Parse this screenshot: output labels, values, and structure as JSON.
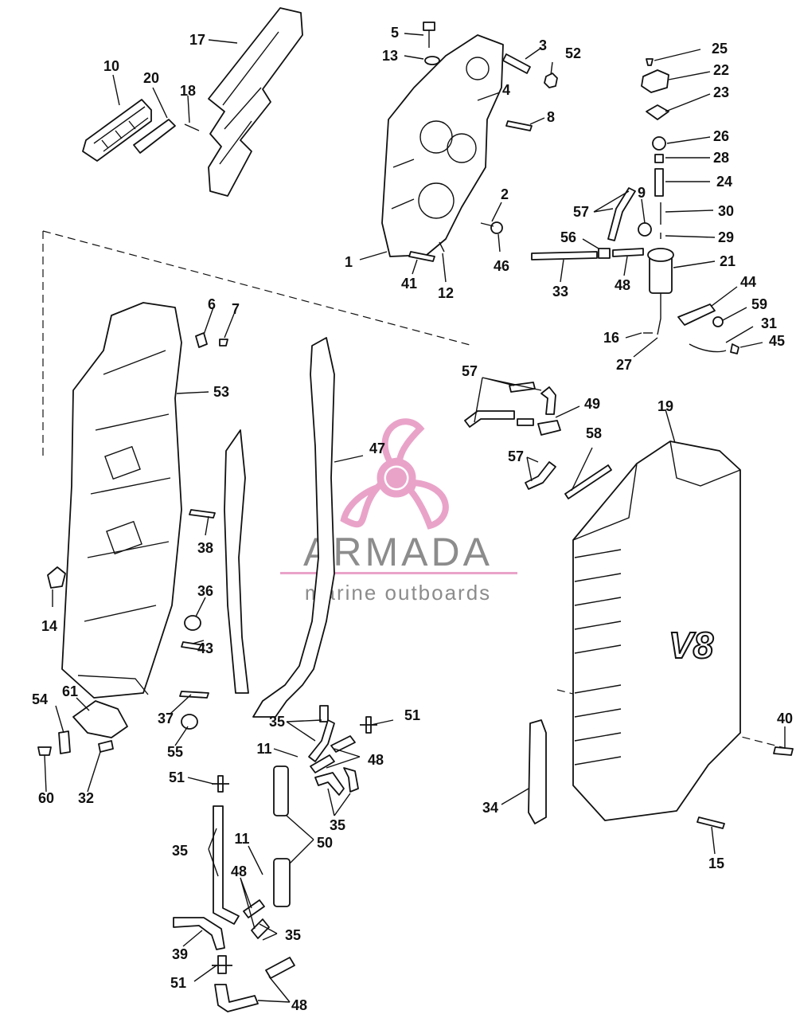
{
  "watermark": {
    "brand": "ARMADA",
    "tagline": "marine outboards",
    "color": "#e9a3c9"
  },
  "cover_badge": "V8",
  "callouts": [
    {
      "id": "c1",
      "label": "1"
    },
    {
      "id": "c2",
      "label": "2"
    },
    {
      "id": "c3",
      "label": "3"
    },
    {
      "id": "c4",
      "label": "4"
    },
    {
      "id": "c5",
      "label": "5"
    },
    {
      "id": "c6",
      "label": "6"
    },
    {
      "id": "c7",
      "label": "7"
    },
    {
      "id": "c8",
      "label": "8"
    },
    {
      "id": "c9",
      "label": "9"
    },
    {
      "id": "c10",
      "label": "10"
    },
    {
      "id": "c11a",
      "label": "11"
    },
    {
      "id": "c11b",
      "label": "11"
    },
    {
      "id": "c12",
      "label": "12"
    },
    {
      "id": "c13",
      "label": "13"
    },
    {
      "id": "c14",
      "label": "14"
    },
    {
      "id": "c15",
      "label": "15"
    },
    {
      "id": "c16",
      "label": "16"
    },
    {
      "id": "c17",
      "label": "17"
    },
    {
      "id": "c18",
      "label": "18"
    },
    {
      "id": "c19",
      "label": "19"
    },
    {
      "id": "c20",
      "label": "20"
    },
    {
      "id": "c21",
      "label": "21"
    },
    {
      "id": "c22",
      "label": "22"
    },
    {
      "id": "c23",
      "label": "23"
    },
    {
      "id": "c24",
      "label": "24"
    },
    {
      "id": "c25",
      "label": "25"
    },
    {
      "id": "c26",
      "label": "26"
    },
    {
      "id": "c27",
      "label": "27"
    },
    {
      "id": "c28",
      "label": "28"
    },
    {
      "id": "c29",
      "label": "29"
    },
    {
      "id": "c30",
      "label": "30"
    },
    {
      "id": "c31",
      "label": "31"
    },
    {
      "id": "c32",
      "label": "32"
    },
    {
      "id": "c33",
      "label": "33"
    },
    {
      "id": "c34",
      "label": "34"
    },
    {
      "id": "c35a",
      "label": "35"
    },
    {
      "id": "c35b",
      "label": "35"
    },
    {
      "id": "c35c",
      "label": "35"
    },
    {
      "id": "c35d",
      "label": "35"
    },
    {
      "id": "c36",
      "label": "36"
    },
    {
      "id": "c37",
      "label": "37"
    },
    {
      "id": "c38",
      "label": "38"
    },
    {
      "id": "c39",
      "label": "39"
    },
    {
      "id": "c40",
      "label": "40"
    },
    {
      "id": "c41",
      "label": "41"
    },
    {
      "id": "c43",
      "label": "43"
    },
    {
      "id": "c44",
      "label": "44"
    },
    {
      "id": "c45",
      "label": "45"
    },
    {
      "id": "c46",
      "label": "46"
    },
    {
      "id": "c47",
      "label": "47"
    },
    {
      "id": "c48a",
      "label": "48"
    },
    {
      "id": "c48b",
      "label": "48"
    },
    {
      "id": "c48c",
      "label": "48"
    },
    {
      "id": "c48d",
      "label": "48"
    },
    {
      "id": "c49",
      "label": "49"
    },
    {
      "id": "c50",
      "label": "50"
    },
    {
      "id": "c51a",
      "label": "51"
    },
    {
      "id": "c51b",
      "label": "51"
    },
    {
      "id": "c51c",
      "label": "51"
    },
    {
      "id": "c52",
      "label": "52"
    },
    {
      "id": "c53",
      "label": "53"
    },
    {
      "id": "c54",
      "label": "54"
    },
    {
      "id": "c55",
      "label": "55"
    },
    {
      "id": "c56",
      "label": "56"
    },
    {
      "id": "c57a",
      "label": "57"
    },
    {
      "id": "c57b",
      "label": "57"
    },
    {
      "id": "c57c",
      "label": "57"
    },
    {
      "id": "c58",
      "label": "58"
    },
    {
      "id": "c59",
      "label": "59"
    },
    {
      "id": "c60",
      "label": "60"
    },
    {
      "id": "c61",
      "label": "61"
    }
  ]
}
